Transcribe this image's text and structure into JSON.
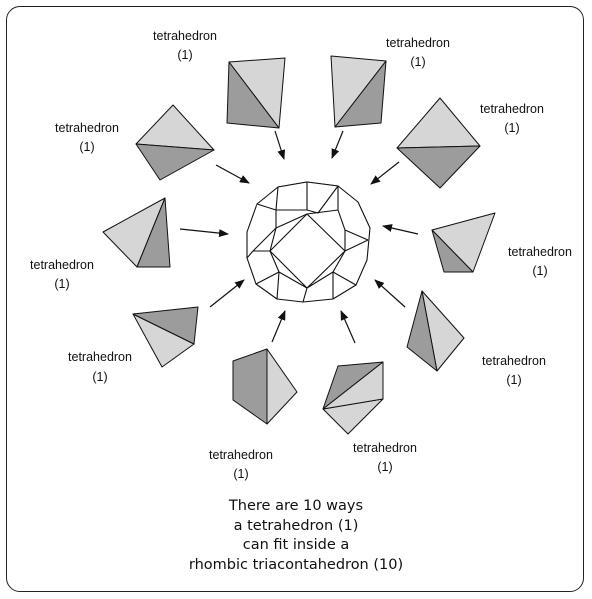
{
  "tetrahedra": [
    {
      "label": "tetrahedron",
      "count": "(1)",
      "light": "#d6d6d6",
      "dark": "#9c9c9c"
    },
    {
      "label": "tetrahedron",
      "count": "(1)",
      "light": "#d6d6d6",
      "dark": "#9c9c9c"
    },
    {
      "label": "tetrahedron",
      "count": "(1)",
      "light": "#d6d6d6",
      "dark": "#9c9c9c"
    },
    {
      "label": "tetrahedron",
      "count": "(1)",
      "light": "#d6d6d6",
      "dark": "#9c9c9c"
    },
    {
      "label": "tetrahedron",
      "count": "(1)",
      "light": "#d6d6d6",
      "dark": "#9c9c9c"
    },
    {
      "label": "tetrahedron",
      "count": "(1)",
      "light": "#d6d6d6",
      "dark": "#9c9c9c"
    },
    {
      "label": "tetrahedron",
      "count": "(1)",
      "light": "#d6d6d6",
      "dark": "#9c9c9c"
    },
    {
      "label": "tetrahedron",
      "count": "(1)",
      "light": "#d6d6d6",
      "dark": "#9c9c9c"
    },
    {
      "label": "tetrahedron",
      "count": "(1)",
      "light": "#d6d6d6",
      "dark": "#9c9c9c"
    },
    {
      "label": "tetrahedron",
      "count": "(1)",
      "light": "#d6d6d6",
      "dark": "#9c9c9c"
    }
  ],
  "center_shape": "rhombic triacontahedron",
  "caption": {
    "line1": "There are 10 ways",
    "line2": "a tetrahedron (1)",
    "line3": "can fit inside a",
    "line4": "rhombic triacontahedron (10)"
  }
}
